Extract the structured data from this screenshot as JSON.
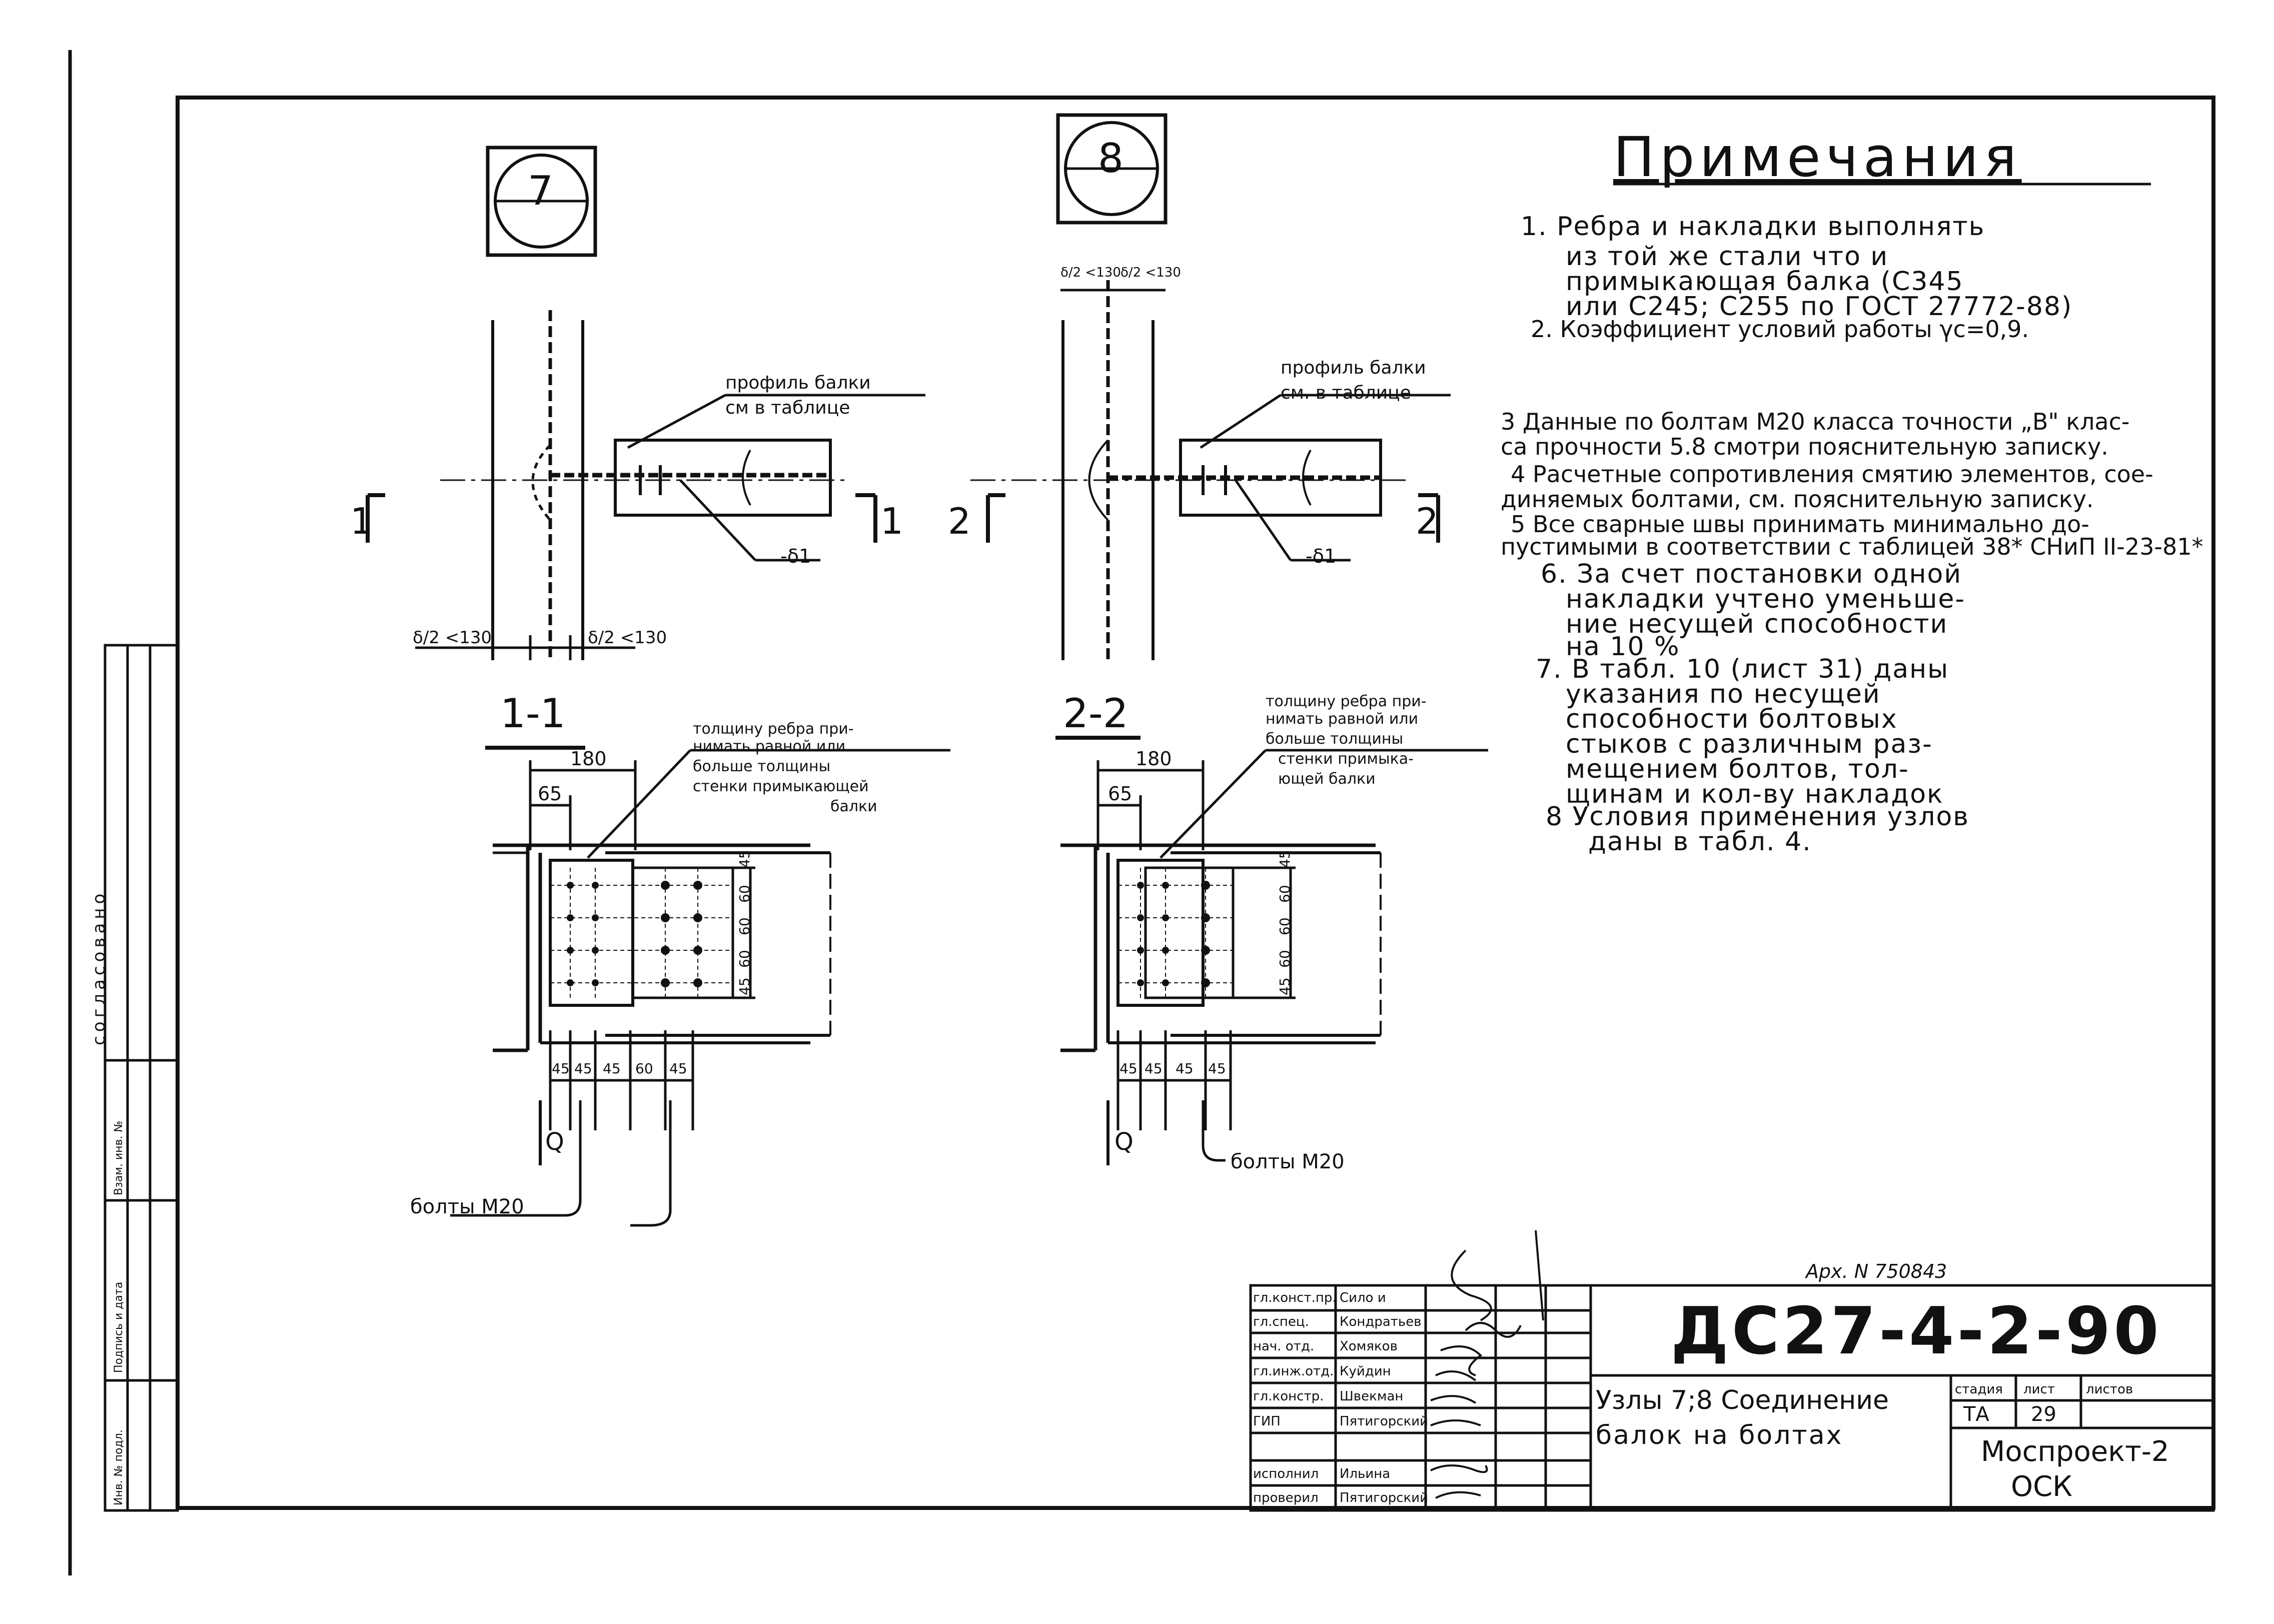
{
  "notes": {
    "title": "Примечания",
    "items": [
      "1. Ребра и накладки выполнять",
      "из той же стали что и",
      "примыкающая балка (С345",
      "или С245; С255 по ГОСТ 27772-88)",
      "2. Коэффициент условий работы γс=0,9.",
      "3 Данные по болтам М20 класса точности „В\" клас-",
      "са прочности 5.8 смотри пояснительную записку.",
      "4 Расчетные сопротивления смятию элементов, сое-",
      "диняемых болтами, см. пояснительную записку.",
      "5 Все сварные швы принимать минимально до-",
      "пустимыми в соответствии с таблицей 38* СНиП II-23-81*",
      "6. За счет постановки одной",
      "накладки учтено уменьше-",
      "ние несущей способности",
      "на 10 %",
      "7. В табл. 10 (лист 31) даны",
      "указания по несущей",
      "способности болтовых",
      "стыков с различным раз-",
      "мещением болтов, тол-",
      "щинам и кол-ву накладок",
      "8 Условия применения узлов",
      "даны в табл. 4."
    ]
  },
  "node7": {
    "number": "7",
    "profile_label_1": "профиль балки",
    "profile_label_2": "см в таблице",
    "section_left": "1",
    "section_right": "1",
    "rib": "-δ1",
    "dim_left": "δ/2 <130",
    "dim_right": "δ/2 <130",
    "section_title": "1-1",
    "rib_note_1": "толщину ребра при-",
    "rib_note_2": "нимать равной или",
    "rib_note_3": "больше толщины",
    "rib_note_4": "стенки примыкающей",
    "rib_note_5": "балки",
    "dim_180": "180",
    "dim_65": "65",
    "dims_v": [
      "45",
      "60",
      "60",
      "60",
      "45"
    ],
    "dims_h": [
      "45",
      "45",
      "45",
      "60",
      "45"
    ],
    "load": "Q",
    "bolts": "болты М20"
  },
  "node8": {
    "number": "8",
    "dim_top_1": "δ/2 <130",
    "dim_top_2": "δ/2 <130",
    "profile_label_1": "профиль балки",
    "profile_label_2": "см. в таблице",
    "section_left": "2",
    "section_right": "2",
    "rib": "-δ1",
    "section_title": "2-2",
    "rib_note_1": "толщину ребра при-",
    "rib_note_2": "нимать равной или",
    "rib_note_3": "больше толщины",
    "rib_note_4": "стенки примыка-",
    "rib_note_5": "ющей балки",
    "dim_180": "180",
    "dim_65": "65",
    "dims_v": [
      "45",
      "60",
      "60",
      "60",
      "45"
    ],
    "dims_h": [
      "45",
      "45",
      "45",
      "45"
    ],
    "load": "Q",
    "bolts": "болты М20"
  },
  "stamp": {
    "archive": "Арх. N 750843",
    "doc_code": "ДС27-4-2-90",
    "title_1": "Узлы 7;8 Соединение",
    "title_2": "балок на болтах",
    "stage_h": "стадия",
    "sheet_h": "лист",
    "sheets_h": "листов",
    "stage": "ТА",
    "sheet": "29",
    "sheets": "",
    "org_1": "Моспроект-2",
    "org_2": "ОСК",
    "roles": [
      {
        "role": "гл.конст.пр.",
        "name": "Сило и"
      },
      {
        "role": "гл.спец.",
        "name": "Кондратьев"
      },
      {
        "role": "нач. отд.",
        "name": "Хомяков"
      },
      {
        "role": "гл.инж.отд.",
        "name": "Куйдин"
      },
      {
        "role": "гл.констр.",
        "name": "Швекман"
      },
      {
        "role": "ГИП",
        "name": "Пятигорский"
      },
      {
        "role": "",
        "name": ""
      },
      {
        "role": "исполнил",
        "name": "Ильина"
      },
      {
        "role": "проверил",
        "name": "Пятигорский"
      }
    ]
  },
  "side": {
    "agreed": "согласовано",
    "inv": "Инв. № подл.",
    "sign": "Подпись и дата",
    "replace": "Взам. инв. №"
  }
}
